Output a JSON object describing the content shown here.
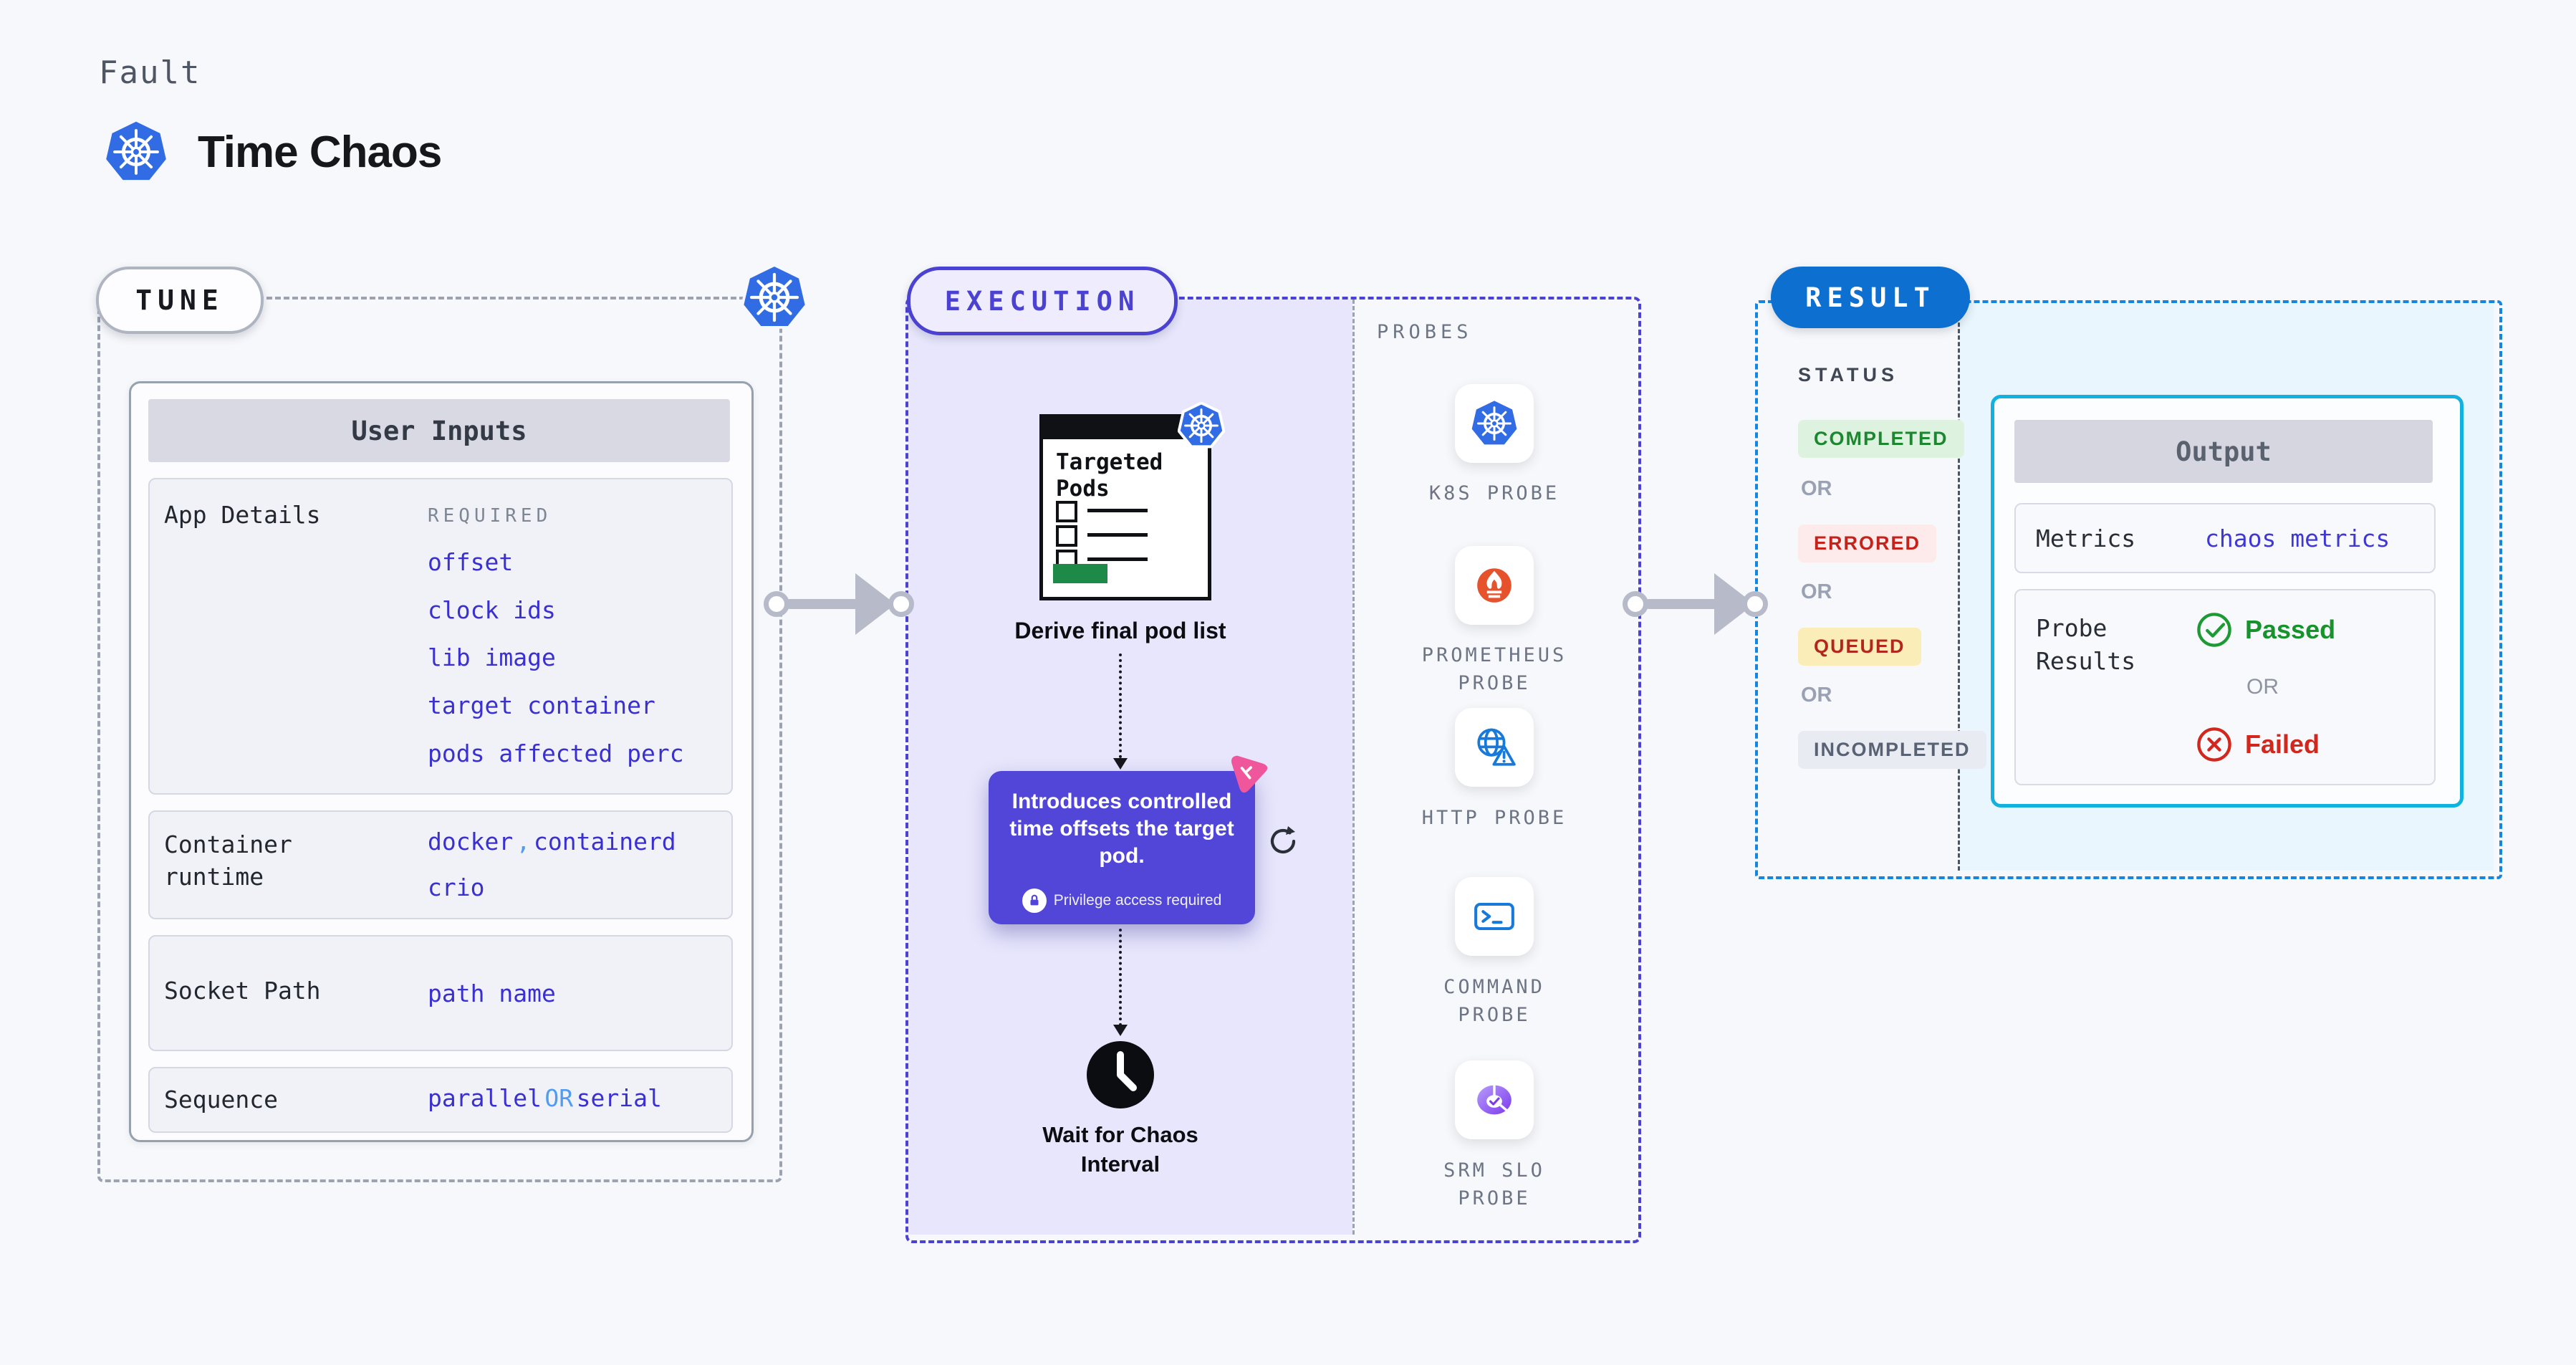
{
  "header": {
    "eyebrow": "Fault",
    "title": "Time Chaos"
  },
  "tune": {
    "label": "TUNE",
    "user_inputs": {
      "title": "User Inputs",
      "app_details": {
        "label": "App Details",
        "tag": "REQUIRED",
        "links": [
          "offset",
          "clock ids",
          "lib image",
          "target container",
          "pods affected perc"
        ]
      },
      "container_runtime": {
        "label": "Container runtime",
        "values": [
          "docker",
          "containerd",
          "crio"
        ],
        "separator": ","
      },
      "socket_path": {
        "label": "Socket Path",
        "value": "path name"
      },
      "sequence": {
        "label": "Sequence",
        "option1": "parallel",
        "conjunction": "OR",
        "option2": "serial"
      }
    }
  },
  "execution": {
    "label": "EXECUTION",
    "targeted_pods_title": "Targeted Pods",
    "derive_caption": "Derive final pod list",
    "tooltip": {
      "text": "Introduces controlled time offsets the target pod.",
      "note": "Privilege access required"
    },
    "wait_caption": "Wait for Chaos Interval"
  },
  "probes": {
    "heading": "PROBES",
    "items": [
      {
        "label": "K8S PROBE",
        "icon": "kubernetes-icon"
      },
      {
        "label": "PROMETHEUS PROBE",
        "icon": "prometheus-icon"
      },
      {
        "label": "HTTP PROBE",
        "icon": "http-globe-warning-icon"
      },
      {
        "label": "COMMAND PROBE",
        "icon": "terminal-icon"
      },
      {
        "label": "SRM SLO PROBE",
        "icon": "slo-gauge-check-icon"
      }
    ]
  },
  "result": {
    "label": "RESULT",
    "status": {
      "heading": "STATUS",
      "completed": "COMPLETED",
      "errored": "ERRORED",
      "queued": "QUEUED",
      "incompleted": "INCOMPLETED",
      "or": "OR"
    },
    "output": {
      "title": "Output",
      "metrics_label": "Metrics",
      "metrics_value": "chaos metrics",
      "probe_results_label": "Probe Results",
      "passed": "Passed",
      "or": "OR",
      "failed": "Failed"
    }
  },
  "colors": {
    "page_bg": "#f7f8fb",
    "accent_indigo": "#4b42d2",
    "link_indigo": "#3a30d1",
    "light_blue_accent": "#4f9cf5",
    "lavender_bg": "#e7e6fc",
    "result_blue": "#0d6fd0",
    "result_dash_blue": "#1486de",
    "output_cyan_border": "#12b1de",
    "output_bg_blue": "#e9f6fd",
    "green": "#18922c",
    "red": "#d2271d",
    "queued_bg": "#fbedb7",
    "kubernetes_blue": "#326ce5",
    "prometheus_orange": "#e6522c",
    "litmus_pink": "#f0569b",
    "srm_purple": "#7c3aed",
    "tooltip_indigo": "#5246d9",
    "doc_green_bar": "#1d8a47"
  }
}
